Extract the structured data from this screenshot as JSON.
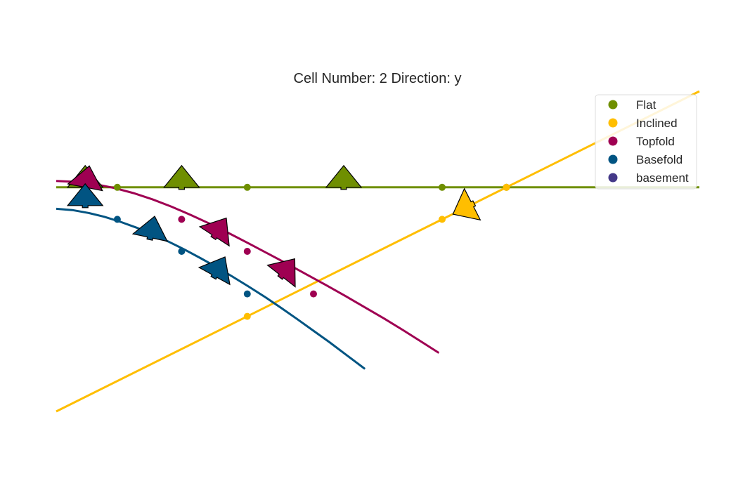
{
  "chart_data": {
    "type": "line",
    "title": "Cell Number: 2 Direction: y",
    "xlabel": "",
    "ylabel": "",
    "xlim": [
      0,
      1000
    ],
    "ylim": [
      -1000,
      0
    ],
    "grid": false,
    "axes_visible": false,
    "legend_position": "top-right",
    "series": [
      {
        "name": "Flat",
        "color": "#6f8f00",
        "line": [
          [
            0,
            -300
          ],
          [
            1000,
            -300
          ]
        ],
        "points": [
          [
            95,
            -300
          ],
          [
            297,
            -300
          ],
          [
            600,
            -300
          ],
          [
            700,
            -300
          ]
        ],
        "orientations": [
          [
            45,
            -300,
            0
          ],
          [
            195,
            -300,
            0
          ],
          [
            447,
            -300,
            0
          ]
        ]
      },
      {
        "name": "Inclined",
        "color": "#ffbe00",
        "line": [
          [
            0,
            -1000
          ],
          [
            1000,
            0
          ]
        ],
        "points": [
          [
            600,
            -400
          ],
          [
            700,
            -300
          ],
          [
            297,
            -703
          ]
        ],
        "orientations": [
          [
            647,
            -353,
            -117
          ]
        ]
      },
      {
        "name": "Topfold",
        "color": "#9f0052",
        "line": [
          [
            0,
            -280
          ],
          [
            30,
            -283
          ],
          [
            60,
            -290
          ],
          [
            90,
            -302
          ],
          [
            120,
            -318
          ],
          [
            150,
            -338
          ],
          [
            180,
            -361
          ],
          [
            210,
            -387
          ],
          [
            240,
            -415
          ],
          [
            270,
            -445
          ],
          [
            300,
            -476
          ],
          [
            330,
            -508
          ],
          [
            360,
            -540
          ],
          [
            390,
            -573
          ],
          [
            420,
            -606
          ],
          [
            450,
            -640
          ],
          [
            480,
            -675
          ],
          [
            510,
            -710
          ],
          [
            540,
            -747
          ],
          [
            570,
            -785
          ],
          [
            595,
            -817
          ]
        ],
        "points": [
          [
            195,
            -400
          ],
          [
            297,
            -500
          ],
          [
            400,
            -633
          ]
        ],
        "orientations": [
          [
            45,
            -300,
            11
          ],
          [
            246,
            -453,
            33
          ],
          [
            350,
            -577,
            38
          ]
        ]
      },
      {
        "name": "Basefold",
        "color": "#015482",
        "line": [
          [
            0,
            -367
          ],
          [
            25,
            -371
          ],
          [
            50,
            -380
          ],
          [
            75,
            -392
          ],
          [
            100,
            -408
          ],
          [
            125,
            -426
          ],
          [
            150,
            -447
          ],
          [
            175,
            -470
          ],
          [
            200,
            -495
          ],
          [
            225,
            -522
          ],
          [
            250,
            -550
          ],
          [
            275,
            -580
          ],
          [
            300,
            -611
          ],
          [
            325,
            -643
          ],
          [
            350,
            -677
          ],
          [
            375,
            -712
          ],
          [
            400,
            -748
          ],
          [
            425,
            -784
          ],
          [
            450,
            -822
          ],
          [
            470,
            -852
          ],
          [
            480,
            -867
          ]
        ],
        "points": [
          [
            95,
            -400
          ],
          [
            195,
            -500
          ],
          [
            297,
            -633
          ]
        ],
        "orientations": [
          [
            45,
            -357,
            0
          ],
          [
            146,
            -457,
            12
          ],
          [
            246,
            -577,
            29
          ]
        ]
      },
      {
        "name": "basement",
        "color": "#443988",
        "line": [],
        "points": [],
        "orientations": []
      }
    ]
  }
}
